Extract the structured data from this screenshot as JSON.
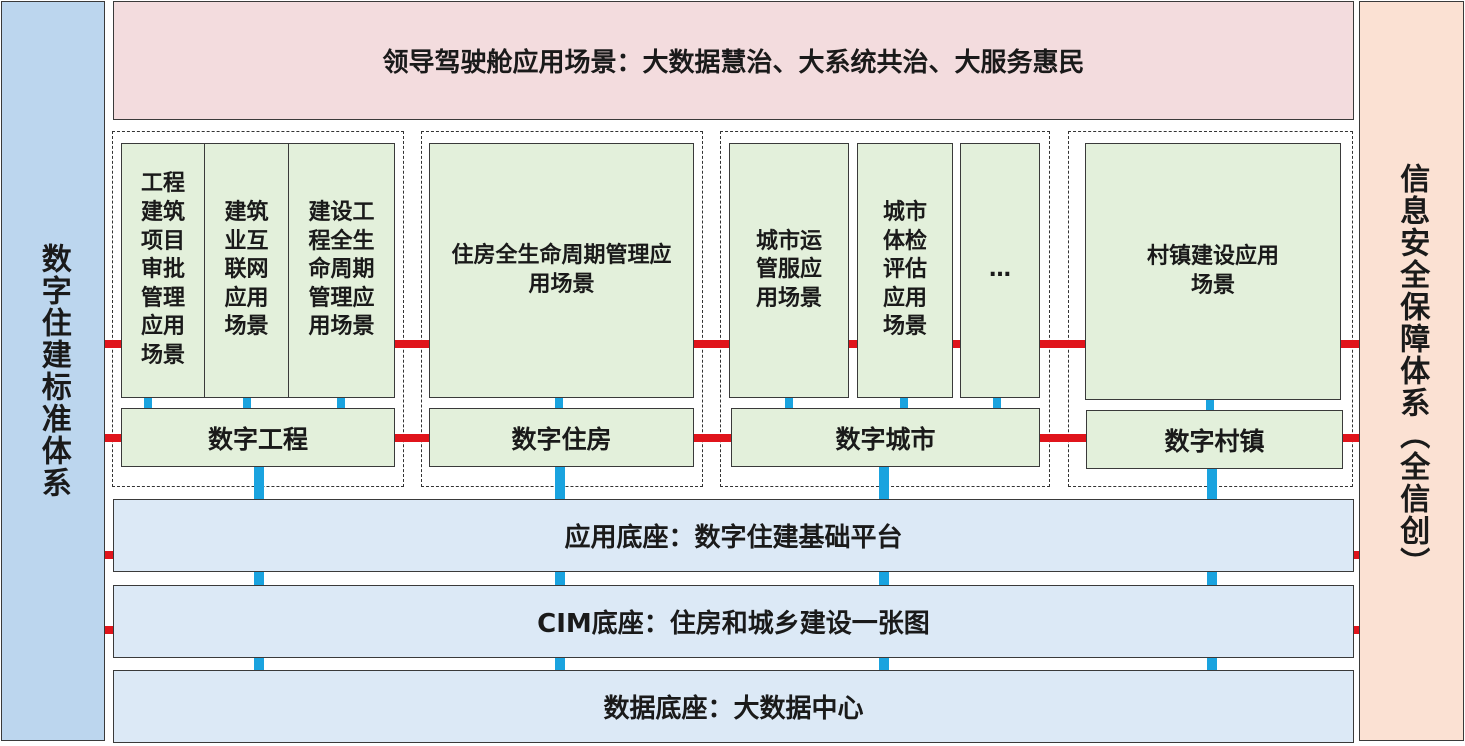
{
  "left_pillar": "数字住建标准体系",
  "right_pillar": "信息安全保障体系（全信创）",
  "top_banner": "领导驾驶舱应用场景：大数据慧治、大系统共治、大服务惠民",
  "groups": {
    "engineering": {
      "scenarios": [
        "工程建筑项目审批管理应用场景",
        "建筑业互联网应用场景",
        "建设工程全生命周期管理应用场景"
      ],
      "module": "数字工程"
    },
    "housing": {
      "scenarios": [
        "住房全生命周期管理应用场景"
      ],
      "module": "数字住房"
    },
    "city": {
      "scenarios": [
        "城市运管服应用场景",
        "城市体检评估应用场景",
        "…"
      ],
      "module": "数字城市"
    },
    "village": {
      "scenarios": [
        "村镇建设应用场景"
      ],
      "module": "数字村镇"
    }
  },
  "layers": {
    "app_base": "应用底座：数字住建基础平台",
    "cim_base": "CIM底座：住房和城乡建设一张图",
    "data_base": "数据底座：大数据中心"
  },
  "colors": {
    "scenario_fill": "#e3f0db",
    "layer_fill": "#dce9f6",
    "banner_fill": "#f3dcde",
    "left_fill": "#bcd6ee",
    "right_fill": "#fbe1d3",
    "red_connector": "#e0141b",
    "blue_connector": "#1aa3df"
  }
}
